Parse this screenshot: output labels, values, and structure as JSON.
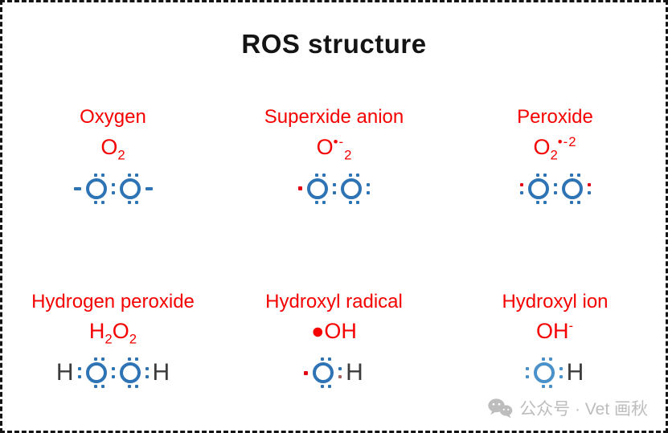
{
  "title": "ROS structure",
  "colors": {
    "label_red": "#f60000",
    "lewis_blue": "#2e74b5",
    "lewis_light_blue": "#4a90c9",
    "electron_red": "#e30613",
    "hydrogen_gray": "#3c3c3c",
    "title_black": "#141414",
    "watermark_gray": "#bdbdbd"
  },
  "molecules": [
    {
      "name": "Oxygen",
      "formula": [
        {
          "t": "n",
          "v": "O"
        },
        {
          "t": "sub",
          "v": "2"
        }
      ],
      "tone": "normal",
      "lewis": [
        "dash",
        "O",
        "colon",
        "O",
        "dash"
      ]
    },
    {
      "name": "Superxide anion",
      "formula": [
        {
          "t": "n",
          "v": "O"
        },
        {
          "t": "sup",
          "v": "•-"
        },
        {
          "t": "sub",
          "v": "2"
        }
      ],
      "tone": "normal",
      "lewis": [
        "rdot",
        "O",
        "colon",
        "O",
        "colon"
      ]
    },
    {
      "name": "Peroxide",
      "formula": [
        {
          "t": "n",
          "v": "O"
        },
        {
          "t": "sub",
          "v": "2"
        },
        {
          "t": "sup",
          "v": "•-2"
        }
      ],
      "tone": "normal",
      "lewis": [
        "colon_rt",
        "O",
        "colon",
        "O",
        "colon_rt"
      ]
    },
    {
      "name": "Hydrogen peroxide",
      "formula": [
        {
          "t": "n",
          "v": "H"
        },
        {
          "t": "sub",
          "v": "2"
        },
        {
          "t": "n",
          "v": "O"
        },
        {
          "t": "sub",
          "v": "2"
        }
      ],
      "tone": "normal",
      "lewis": [
        "H",
        "colon",
        "O",
        "colon",
        "O",
        "colon",
        "H"
      ]
    },
    {
      "name": "Hydroxyl radical",
      "formula": [
        {
          "t": "n",
          "v": "●OH"
        }
      ],
      "tone": "normal",
      "lewis": [
        "rdot",
        "O",
        "colon_rb",
        "H"
      ]
    },
    {
      "name": "Hydroxyl ion",
      "formula": [
        {
          "t": "n",
          "v": "OH"
        },
        {
          "t": "sup",
          "v": "-"
        }
      ],
      "tone": "light",
      "lewis": [
        "colon",
        "O",
        "colon",
        "H"
      ]
    }
  ],
  "watermark": {
    "icon": "wechat-icon",
    "text": "公众号 · Vet 画秋"
  }
}
